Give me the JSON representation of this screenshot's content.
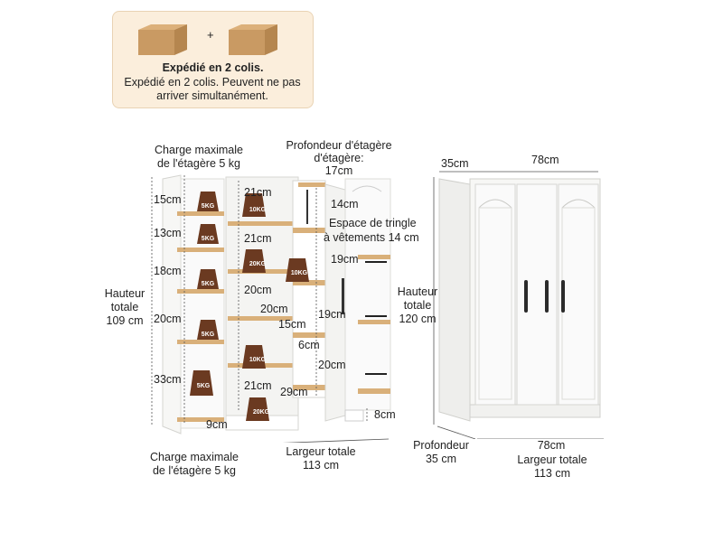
{
  "shipping": {
    "title": "Expédié en 2 colis.",
    "text": "Expédié en 2 colis. Peuvent ne pas arriver simultanément.",
    "plus": "+"
  },
  "left": {
    "max_load_top": [
      "Charge maximale",
      "de l'étagère 5 kg"
    ],
    "max_load_bottom": [
      "Charge maximale",
      "de l'étagère 5 kg"
    ],
    "shelf_depth": [
      "Profondeur d'étagère",
      "d'étagère:",
      "17cm"
    ],
    "rod_space": [
      "Espace de tringle",
      "à vêtements 14 cm"
    ],
    "total_height": [
      "Hauteur",
      "totale",
      "109 cm"
    ],
    "total_width": [
      "Largeur totale",
      "113 cm"
    ],
    "left_dims": [
      "15cm",
      "13cm",
      "18cm",
      "20cm",
      "33cm"
    ],
    "center_dims": [
      "21cm",
      "21cm",
      "20cm",
      "20cm",
      "21cm",
      "9cm"
    ],
    "right_dims": [
      "14cm",
      "19cm",
      "19cm",
      "20cm",
      "29cm",
      "15cm",
      "6cm"
    ],
    "base_height": "8cm",
    "weights": [
      "5KG",
      "5KG",
      "5KG",
      "5KG",
      "5KG",
      "10KG",
      "20KG",
      "10KG",
      "10KG",
      "20KG"
    ]
  },
  "right": {
    "top_depth": "35cm",
    "top_width": "78cm",
    "total_height": [
      "Hauteur",
      "totale",
      "120 cm"
    ],
    "depth": [
      "Profondeur",
      "35 cm"
    ],
    "width": "78cm",
    "total_width": [
      "Largeur totale",
      "113 cm"
    ]
  },
  "colors": {
    "banner_bg": "#fbeedc",
    "cardboard": "#c99a63",
    "weight": "#6b3a21",
    "wood": "#d9b07a",
    "cabinet": "#f7f7f5"
  }
}
